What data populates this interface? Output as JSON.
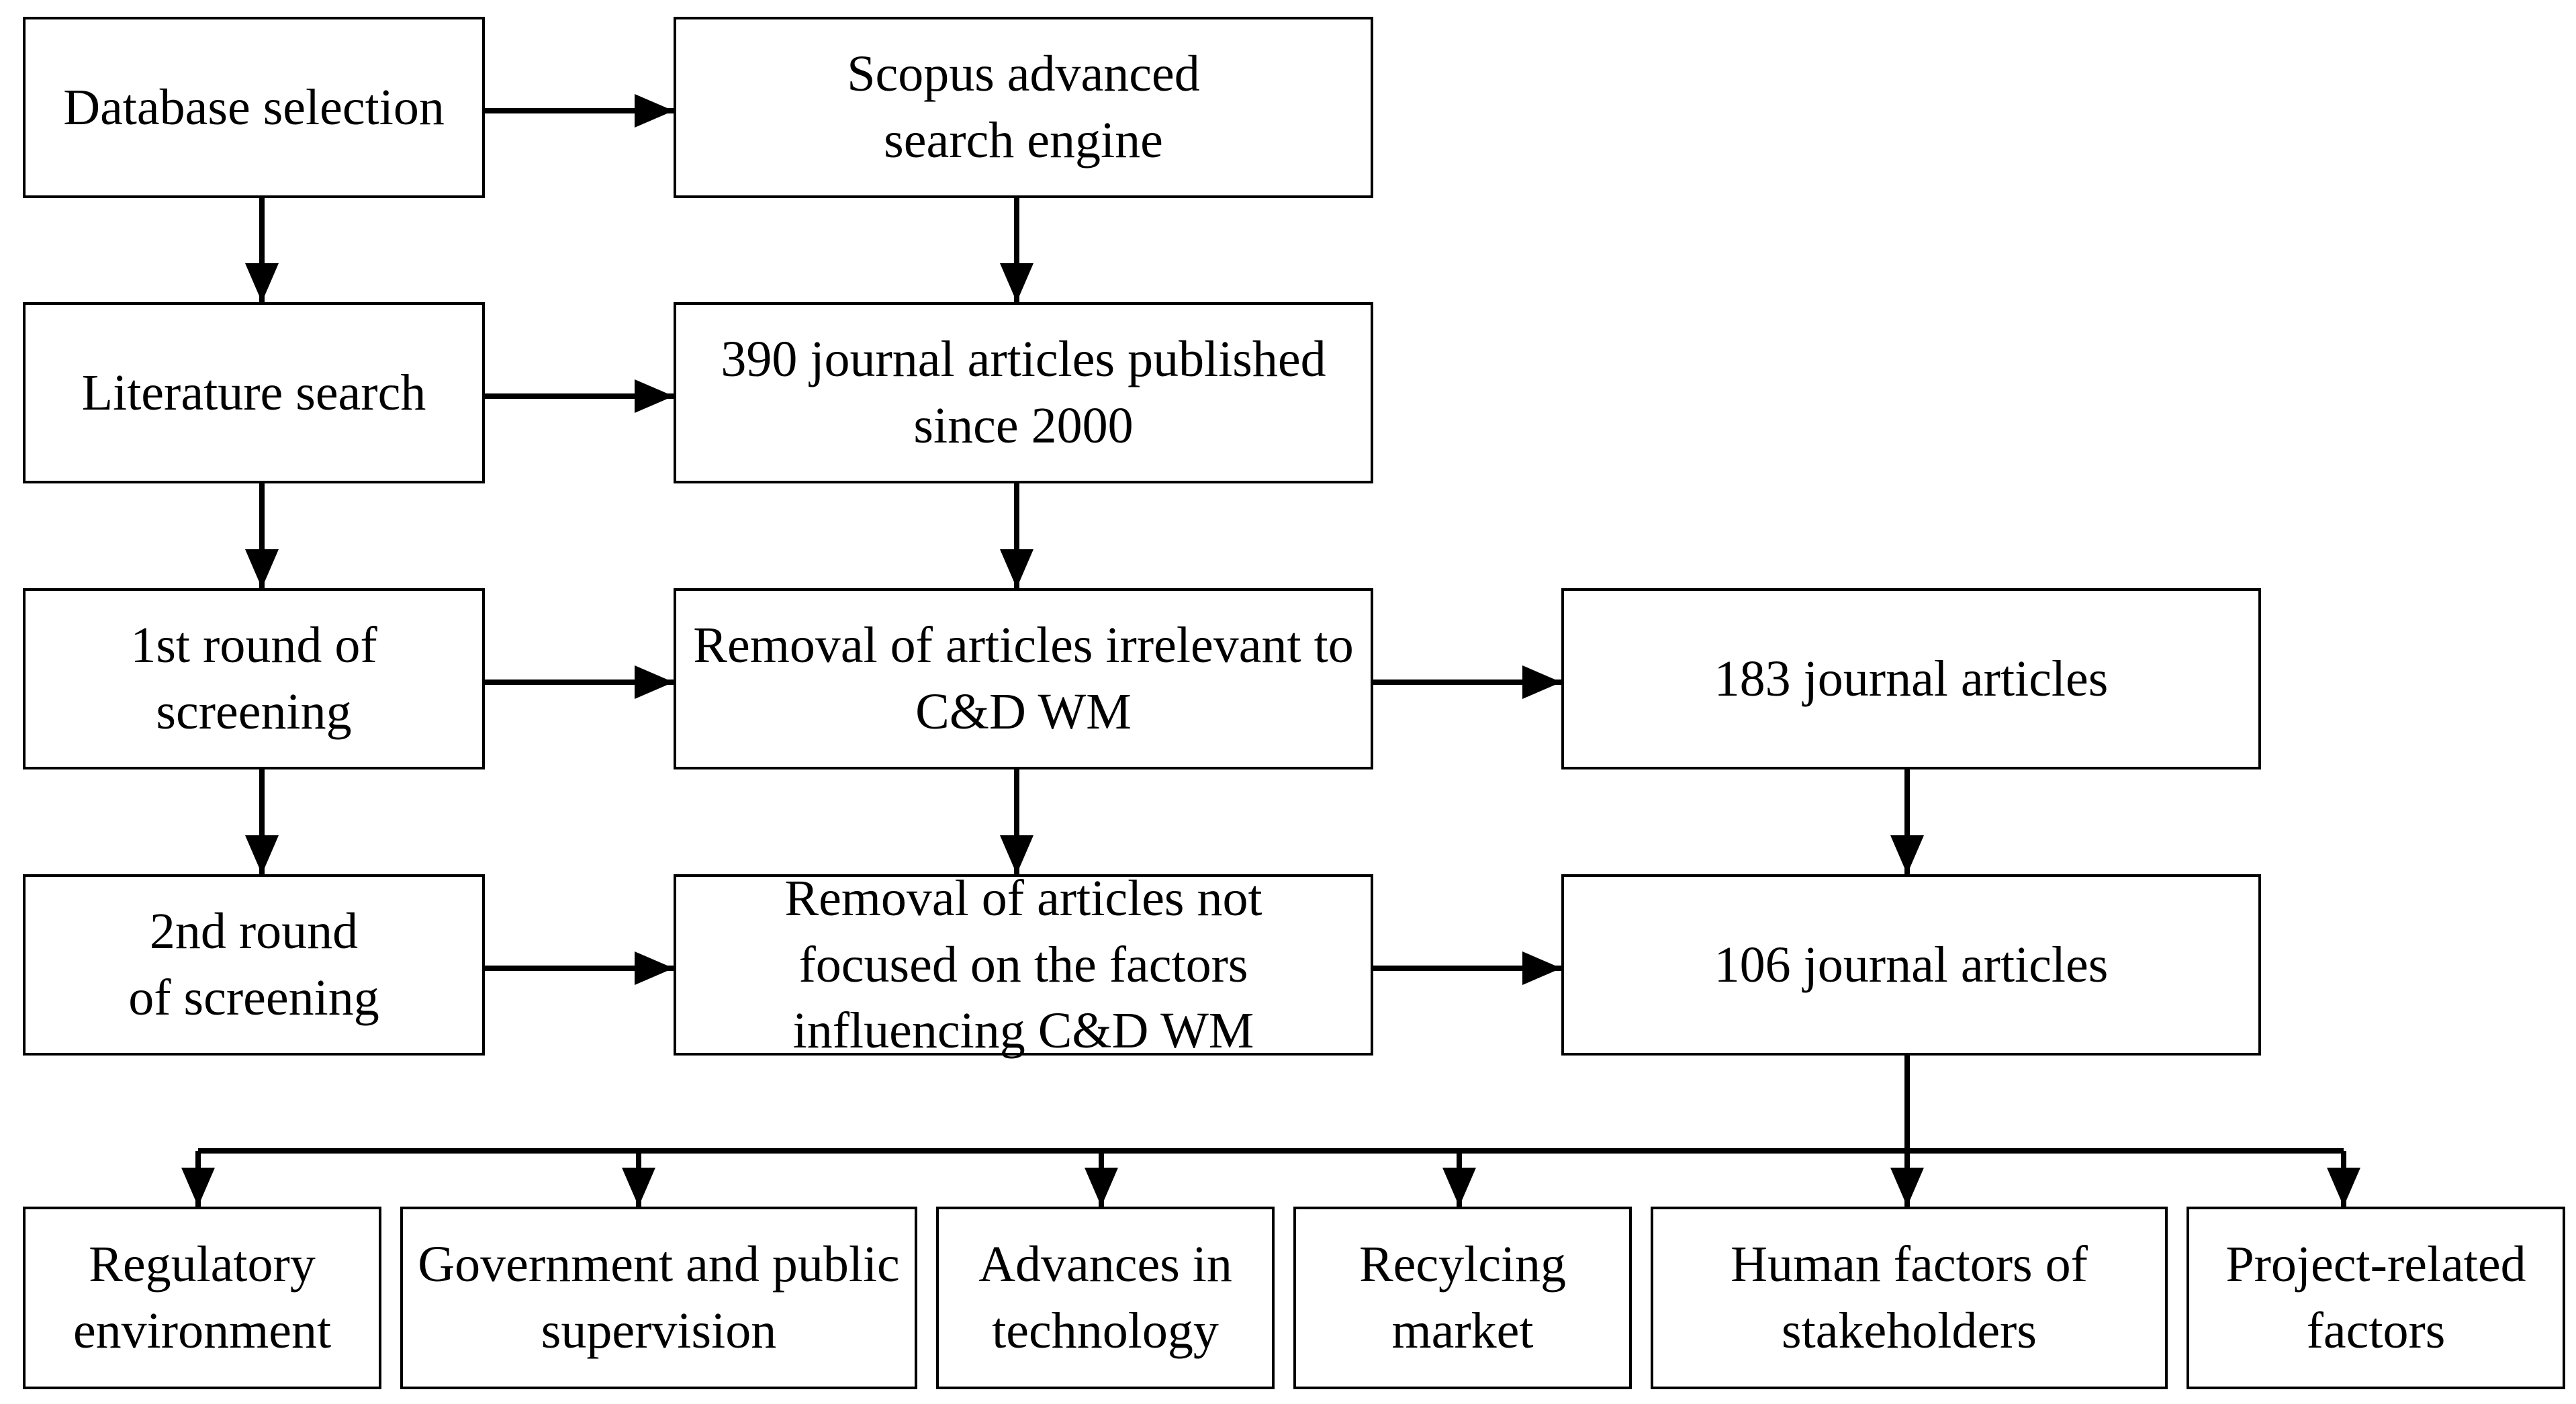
{
  "flowchart": {
    "left_column": [
      "Database selection",
      "Literature search",
      "1st round of screening",
      "2nd round of screening"
    ],
    "middle_column": [
      "Scopus advanced search engine",
      "390 journal articles published since 2000",
      "Removal of articles irrelevant to C&D WM",
      "Removal of articles not focused on the factors influencing C&D WM"
    ],
    "right_column": [
      "183 journal articles",
      "106 journal articles"
    ],
    "factors": [
      "Regulatory environment",
      "Government and public supervision",
      "Advances in technology",
      "Recylcing market",
      "Human factors of stakeholders",
      "Project-related factors"
    ]
  }
}
